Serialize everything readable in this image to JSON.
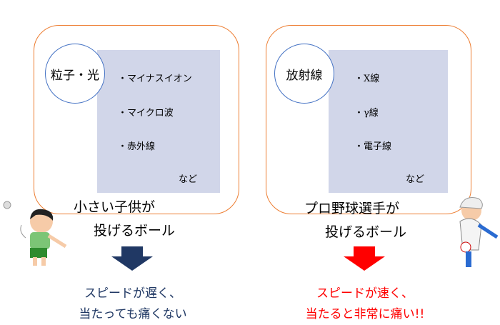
{
  "left": {
    "label": "粒子・光",
    "items": [
      "・マイナスイオン",
      "・マイクロ波",
      "・赤外線"
    ],
    "etc": "など",
    "line1": "小さい子供が",
    "line2": "投げるボール",
    "result1": "スピードが遅く、",
    "result2": "当たっても痛くない",
    "color": "#203864"
  },
  "right": {
    "label": "放射線",
    "items": [
      "・X線",
      "・γ線",
      "・電子線"
    ],
    "etc": "など",
    "line1": "プロ野球選手が",
    "line2": "投げるボール",
    "result1": "スピードが速く、",
    "result2": "当たると非常に痛い!!",
    "color": "#FF0000"
  }
}
